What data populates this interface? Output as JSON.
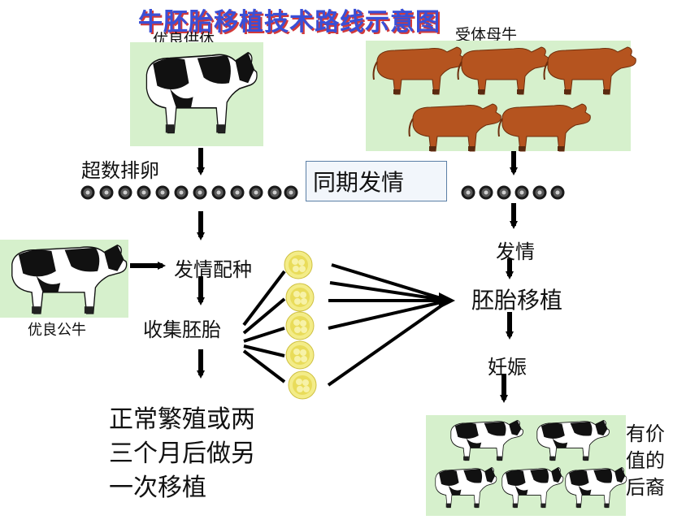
{
  "diagram": {
    "title": "牛胚胎移植技术路线示意图",
    "donor_label": "优良供体",
    "recipient_label": "受体母牛",
    "superovulation_label": "超数排卵",
    "synchronization_label": "同期发情",
    "estrus_mating_label": "发情配种",
    "bull_label": "优良公牛",
    "collect_embryo_label": "收集胚胎",
    "estrus_label": "发情",
    "embryo_transfer_label": "胚胎移植",
    "pregnancy_label": "妊娠",
    "note_lines": [
      "正常繁殖或两",
      "三个月后做另",
      "一次移植"
    ],
    "offspring_lines": [
      "有价",
      "值的",
      "后裔"
    ]
  },
  "colors": {
    "title_blue": "#3a4fd6",
    "title_shadow_red": "#d23a3a",
    "photo_bg": "#d6f0cc",
    "brown_cow": "#b5541f",
    "embryo_yellow": "#e9dc5a"
  }
}
